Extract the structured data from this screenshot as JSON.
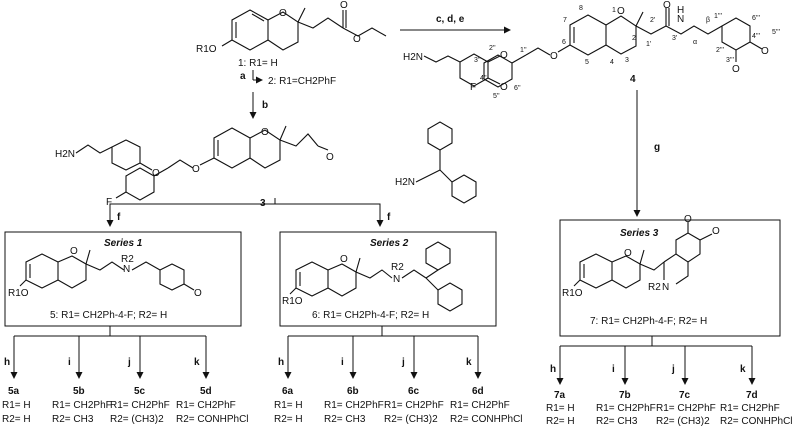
{
  "compounds": {
    "start": {
      "r_line1": "1: R1= H",
      "r_line2": "2: R1=CH2PhF"
    },
    "c3": {
      "number": "3"
    },
    "c4": {
      "number": "4"
    }
  },
  "steps": {
    "a": "a",
    "b": "b",
    "cde": "c, d, e",
    "f1": "f",
    "f2": "f",
    "g": "g"
  },
  "series": [
    {
      "title": "Series 1",
      "caption": "5: R1= CH2Ph-4-F; R2= H",
      "products": [
        {
          "step": "h",
          "id": "5a",
          "r1": "R1= H",
          "r2": "R2= H"
        },
        {
          "step": "i",
          "id": "5b",
          "r1": "R1= CH2PhF",
          "r2": "R2= CH3"
        },
        {
          "step": "j",
          "id": "5c",
          "r1": "R1= CH2PhF",
          "r2": "R2= (CH3)2"
        },
        {
          "step": "k",
          "id": "5d",
          "r1": "R1= CH2PhF",
          "r2": "R2= CONHPhCl"
        }
      ]
    },
    {
      "title": "Series 2",
      "caption": "6: R1= CH2Ph-4-F; R2= H",
      "products": [
        {
          "step": "h",
          "id": "6a",
          "r1": "R1= H",
          "r2": "R2= H"
        },
        {
          "step": "i",
          "id": "6b",
          "r1": "R1= CH2PhF",
          "r2": "R2= CH3"
        },
        {
          "step": "j",
          "id": "6c",
          "r1": "R1= CH2PhF",
          "r2": "R2= (CH3)2"
        },
        {
          "step": "k",
          "id": "6d",
          "r1": "R1= CH2PhF",
          "r2": "R2= CONHPhCl"
        }
      ]
    },
    {
      "title": "Series 3",
      "caption": "7: R1= CH2Ph-4-F; R2= H",
      "products": [
        {
          "step": "h",
          "id": "7a",
          "r1": "R1= H",
          "r2": "R2= H"
        },
        {
          "step": "i",
          "id": "7b",
          "r1": "R1= CH2PhF",
          "r2": "R2= CH3"
        },
        {
          "step": "j",
          "id": "7c",
          "r1": "R1= CH2PhF",
          "r2": "R2= (CH3)2"
        },
        {
          "step": "k",
          "id": "7d",
          "r1": "R1= CH2PhF",
          "r2": "R2= CONHPhCl"
        }
      ]
    }
  ],
  "atoms": {
    "R1O": "R1O",
    "F": "F",
    "O": "O",
    "N": "N",
    "H": "H",
    "H2N": "H2N",
    "R2": "R2"
  },
  "numbering": {
    "chroman": [
      "1",
      "2",
      "3",
      "4",
      "5",
      "6",
      "7",
      "8"
    ],
    "chain": [
      "1'",
      "2'",
      "3'"
    ],
    "greek": [
      "α",
      "β"
    ],
    "ar1": [
      "1''",
      "2''",
      "3''",
      "4''",
      "5''",
      "6''"
    ],
    "ar2": [
      "1'''",
      "2'''",
      "3'''",
      "4'''",
      "5'''",
      "6'''"
    ]
  }
}
